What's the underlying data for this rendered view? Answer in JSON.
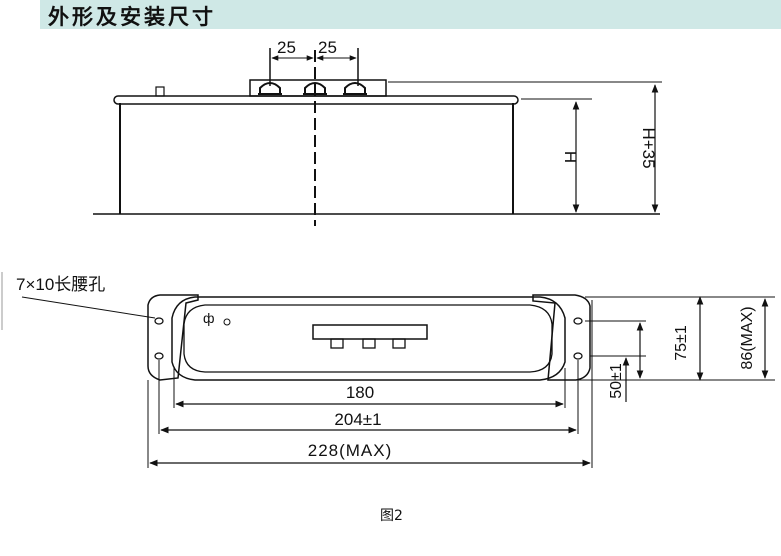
{
  "header": {
    "title": "外形及安装尺寸",
    "background": "#cfe8e6"
  },
  "side_view": {
    "dim_top_left": "25",
    "dim_top_right": "25",
    "dim_height": "H",
    "dim_total_height": "H+35"
  },
  "top_view": {
    "callout_slot": "7×10长腰孔",
    "terminal_symbol": "ф",
    "dim_inner_width": "180",
    "dim_hole_spacing": "204±1",
    "dim_max_width": "228(MAX)",
    "dim_hole_offset": "50±1",
    "dim_inner_height": "75±1",
    "dim_max_height": "86(MAX)"
  },
  "caption": "图2"
}
